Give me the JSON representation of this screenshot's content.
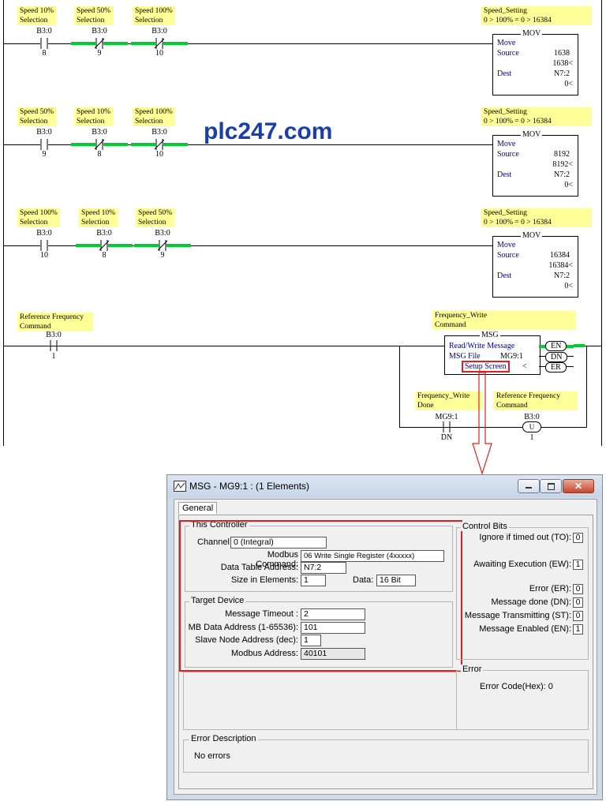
{
  "watermark": "plc247.com",
  "rungs": [
    {
      "contacts": [
        {
          "label": "Speed 10%\nSelection",
          "l1": "Speed 10%",
          "l2": "Selection",
          "addr": "B3:0",
          "bit": "8",
          "type": "NO"
        },
        {
          "label": "",
          "l1": "Speed 50%",
          "l2": "Selection",
          "addr": "B3:0",
          "bit": "9",
          "type": "NC"
        },
        {
          "label": "",
          "l1": "Speed 100%",
          "l2": "Selection",
          "addr": "B3:0",
          "bit": "10",
          "type": "NC"
        }
      ],
      "out_l1": "Speed_Setting",
      "out_l2": "0 > 100% = 0 > 16384",
      "mov": {
        "title": "MOV",
        "name": "Move",
        "source_label": "Source",
        "source": "1638",
        "source_val": "1638<",
        "dest_label": "Dest",
        "dest": "N7:2",
        "dest_val": "0<"
      }
    },
    {
      "contacts": [
        {
          "l1": "Speed 50%",
          "l2": "Selection",
          "addr": "B3:0",
          "bit": "9",
          "type": "NO"
        },
        {
          "l1": "Speed 10%",
          "l2": "Selection",
          "addr": "B3:0",
          "bit": "8",
          "type": "NC"
        },
        {
          "l1": "Speed 100%",
          "l2": "Selection",
          "addr": "B3:0",
          "bit": "10",
          "type": "NC"
        }
      ],
      "out_l1": "Speed_Setting",
      "out_l2": "0 > 100% = 0 > 16384",
      "mov": {
        "title": "MOV",
        "name": "Move",
        "source_label": "Source",
        "source": "8192",
        "source_val": "8192<",
        "dest_label": "Dest",
        "dest": "N7:2",
        "dest_val": "0<"
      }
    },
    {
      "contacts": [
        {
          "l1": "Speed 100%",
          "l2": "Selection",
          "addr": "B3:0",
          "bit": "10",
          "type": "NO"
        },
        {
          "l1": "Speed 10%",
          "l2": "Selection",
          "addr": "B3:0",
          "bit": "8",
          "type": "NC"
        },
        {
          "l1": "Speed 50%",
          "l2": "Selection",
          "addr": "B3:0",
          "bit": "9",
          "type": "NC"
        }
      ],
      "out_l1": "Speed_Setting",
      "out_l2": "0 > 100% = 0 > 16384",
      "mov": {
        "title": "MOV",
        "name": "Move",
        "source_label": "Source",
        "source": "16384",
        "source_val": "16384<",
        "dest_label": "Dest",
        "dest": "N7:2",
        "dest_val": "0<"
      }
    }
  ],
  "rung4": {
    "in_l1": "Reference Frequency",
    "in_l2": "Command",
    "in_addr": "B3:0",
    "in_bit": "1",
    "msg_l1": "Frequency_Write",
    "msg_l2": "Command",
    "msg": {
      "title": "MSG",
      "name": "Read/Write Message",
      "file_label": "MSG File",
      "file": "MG9:1",
      "setup": "Setup Screen",
      "lt": "<",
      "en": "EN",
      "dn": "DN",
      "er": "ER"
    },
    "b_l1": "Frequency_Write",
    "b_l2": "Done",
    "b_addr": "MG9:1",
    "b_bit": "DN",
    "c_l1": "Reference Frequency",
    "c_l2": "Command",
    "c_addr": "B3:0",
    "c_bit": "1",
    "c_coil": "U"
  },
  "dialog": {
    "title": "MSG - MG9:1 : (1 Elements)",
    "tab": "General",
    "this_controller": "This Controller",
    "channel_label": "Channel:",
    "channel": "0 (Integral)",
    "modbus_cmd_label": "Modbus Command:",
    "modbus_cmd": "06 Write Single Register (4xxxxx)",
    "dta_label": "Data Table Address:",
    "dta": "N7:2",
    "size_label": "Size in Elements:",
    "size": "1",
    "data_label": "Data:",
    "data": "16 Bit",
    "target_device": "Target Device",
    "timeout_label": "Message Timeout :",
    "timeout": "2",
    "mb_addr_label": "MB Data Address (1-65536):",
    "mb_addr": "101",
    "slave_label": "Slave Node Address (dec):",
    "slave": "1",
    "modbus_addr_label": "Modbus Address:",
    "modbus_addr": "40101",
    "control_bits": "Control Bits",
    "to_label": "Ignore if timed out (TO):",
    "to": "0",
    "ew_label": "Awaiting Execution (EW):",
    "ew": "1",
    "er_label": "Error (ER):",
    "er": "0",
    "dn_label": "Message done (DN):",
    "dn": "0",
    "st_label": "Message Transmitting (ST):",
    "st": "0",
    "en_label": "Message Enabled (EN):",
    "en": "1",
    "error": "Error",
    "error_code": "Error Code(Hex):  0",
    "error_desc": "Error Description",
    "no_errors": "No errors"
  },
  "colors": {
    "label_bg": "#ffff99",
    "power_flow": "#00cc33",
    "highlight": "#e02020",
    "watermark": "#1a3fa8"
  }
}
